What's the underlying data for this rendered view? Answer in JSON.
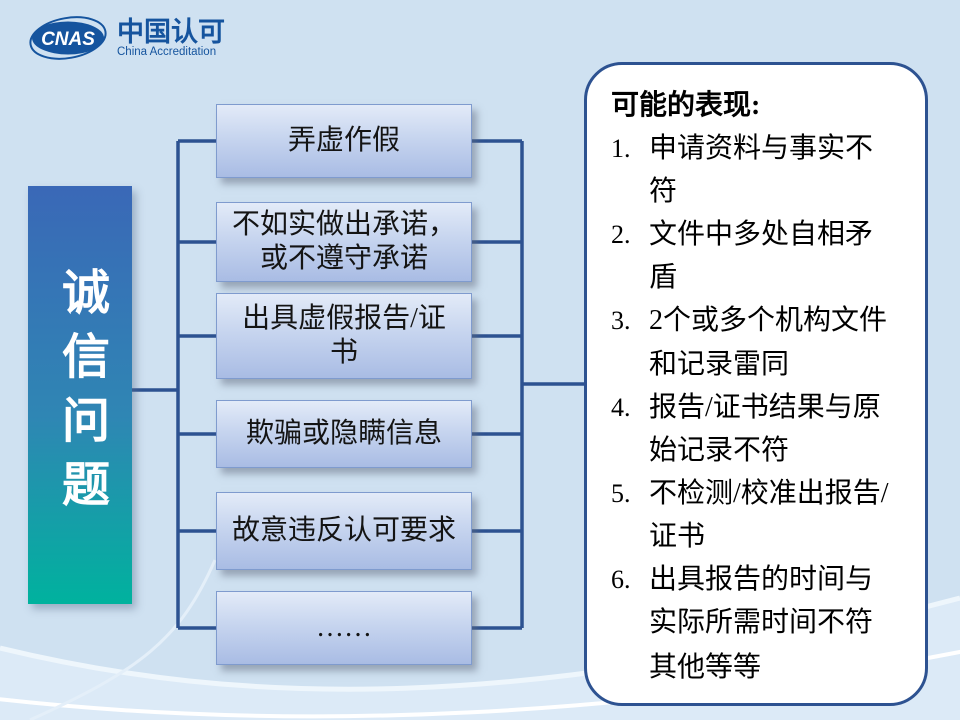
{
  "slide": {
    "background_color": "#cfe1f1"
  },
  "logo": {
    "mark": "CNAS",
    "name_cn": "中国认可",
    "name_en": "China Accreditation"
  },
  "left_title": {
    "text": "诚信问题"
  },
  "flow_boxes": [
    {
      "label": "弄虚作假"
    },
    {
      "label": "不如实做出承诺，\n或不遵守承诺"
    },
    {
      "label": "出具虚假报告/证\n书"
    },
    {
      "label": "欺骗或隐瞒信息"
    },
    {
      "label": "故意违反认可要求"
    },
    {
      "label": "……"
    }
  ],
  "panel": {
    "title": "可能的表现:",
    "items": [
      {
        "num": "1.",
        "text": "申请资料与事实不符"
      },
      {
        "num": "2.",
        "text": "文件中多处自相矛盾"
      },
      {
        "num": "3.",
        "text": "2个或多个机构文件和记录雷同"
      },
      {
        "num": "4.",
        "text": "报告/证书结果与原始记录不符"
      },
      {
        "num": "5.",
        "text": "不检测/校准出报告/证书"
      },
      {
        "num": "6.",
        "text": "出具报告的时间与实际所需时间不符"
      }
    ],
    "footer": "其他等等"
  },
  "colors": {
    "connector": "#2d5291",
    "panel_border": "#2d5291",
    "title_gradient_top": "#3a68b7",
    "title_gradient_bottom": "#00b29e",
    "logo_blue": "#15549e",
    "box_border": "#7f9bce"
  }
}
